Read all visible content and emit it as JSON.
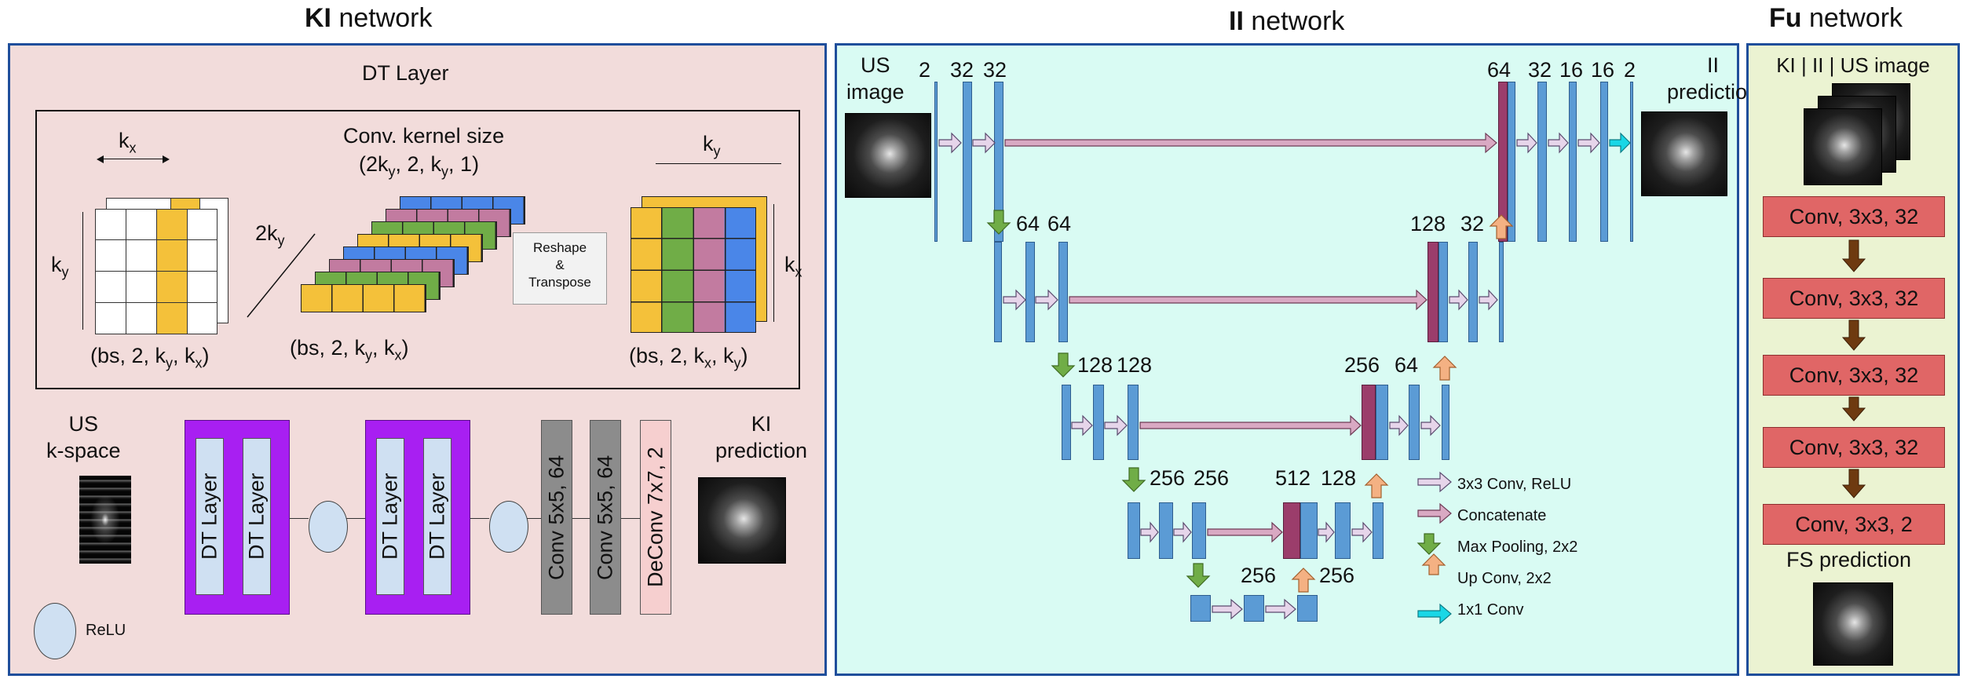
{
  "titles": {
    "ki_bold": "KI",
    "ii_bold": "II",
    "fu_bold": "Fu",
    "suffix": " network"
  },
  "ki": {
    "dt_layer_title": "DT Layer",
    "kx": "k",
    "kx_sub": "x",
    "ky": "k",
    "ky_sub": "y",
    "two_ky": "2k",
    "two_ky_sub": "y",
    "kernel_line1": "Conv. kernel size",
    "kernel_line2_a": "(2k",
    "kernel_line2_b": "y",
    "kernel_line2_c": ", 2, k",
    "kernel_line2_d": "y",
    "kernel_line2_e": ", 1)",
    "shape1_a": "(bs, 2, k",
    "shape1_b": "y",
    "shape1_c": ", k",
    "shape1_d": "x",
    "shape1_e": ")",
    "shape2_a": "(bs, 2, k",
    "shape2_b": "y",
    "shape2_c": ", k",
    "shape2_d": "x",
    "shape2_e": ")",
    "shape3_a": "(bs, 2, k",
    "shape3_b": "x",
    "shape3_c": ", k",
    "shape3_d": "y",
    "shape3_e": ")",
    "reshape_l1": "Reshape",
    "reshape_l2": "&",
    "reshape_l3": "Transpose",
    "us_kspace_l1": "US",
    "us_kspace_l2": "k-space",
    "dt_label": "DT Layer",
    "conv1": "Conv 5x5, 64",
    "conv2": "Conv 5x5, 64",
    "deconv": "DeConv 7x7, 2",
    "pred_l1": "KI",
    "pred_l2": "prediction",
    "relu": "ReLU"
  },
  "ii": {
    "us_l1": "US",
    "us_l2": "image",
    "pred_l1": "II",
    "pred_l2": "prediction",
    "ch": {
      "c2a": "2",
      "c32a": "32",
      "c32b": "32",
      "c64top": "64",
      "c32c": "32",
      "c16a": "16",
      "c16b": "16",
      "c2b": "2",
      "c64a": "64",
      "c64b": "64",
      "c128top": "128",
      "c32d": "32",
      "c128a": "128",
      "c128b": "128",
      "c256top": "256",
      "c64c": "64",
      "c256a": "256",
      "c256b": "256",
      "c512": "512",
      "c128c": "128",
      "c256c": "256",
      "c256d": "256"
    },
    "legend": {
      "conv": "3x3 Conv, ReLU",
      "concat": "Concatenate",
      "pool": "Max Pooling, 2x2",
      "up": "Up Conv, 2x2",
      "one": "1x1 Conv"
    }
  },
  "fu": {
    "input": "KI | II | US image",
    "convs": [
      "Conv, 3x3, 32",
      "Conv, 3x3, 32",
      "Conv, 3x3, 32",
      "Conv, 3x3, 32",
      "Conv, 3x3, 2"
    ],
    "pred": "FS prediction"
  },
  "colors": {
    "ki_bg": "#f2dcdb",
    "ii_bg": "#d9fbf3",
    "fu_bg": "#ebf3d2",
    "border": "#1f4e9b",
    "dt_block": "#a81ff2",
    "dt_inner": "#cfe0f2",
    "conv_gray": "#8c8c8c",
    "deconv_pink": "#f6cfcf",
    "bar_blue": "#5b9bd5",
    "concat_purple": "#9b3d6b",
    "arrow_conv": "#e6d5ea",
    "arrow_concat": "#d9a9c3",
    "arrow_pool": "#70ad47",
    "arrow_up": "#f4b183",
    "arrow_1x1": "#19d7e6",
    "fu_conv": "#e06666",
    "fu_arrow": "#6e3a10",
    "kernel_colors": [
      "#f4c13a",
      "#70ad47",
      "#c27ba0",
      "#4a86e8"
    ]
  }
}
